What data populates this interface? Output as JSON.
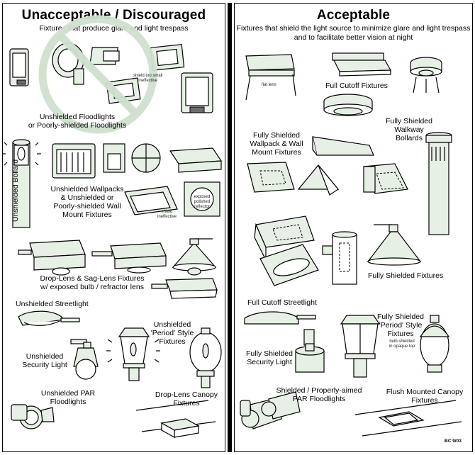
{
  "left": {
    "title": "Unacceptable / Discouraged",
    "subtitle": "Fixtures that produce glare and light trespass",
    "labels": {
      "floodlights": "Unshielded Floodlights",
      "floodlights2": "or Poorly-shielded Floodlights",
      "shield_note1": "shield too small",
      "shield_note2": "ineffective",
      "bollard": "Unshielded Bollard",
      "wallpacks1": "Unshielded Wallpacks",
      "wallpacks2": "& Unshielded or",
      "wallpacks3": "Poorly-shielded Wall",
      "wallpacks4": "Mount Fixtures",
      "exposed1": "exposed",
      "exposed2": "polished",
      "exposed3": "reflector",
      "shield_ineff1": "shield",
      "shield_ineff2": "ineffective",
      "droplens1": "Drop-Lens & Sag-Lens Fixtures",
      "droplens2": "w/ exposed bulb / refractor lens",
      "streetlight": "Unshielded Streetlight",
      "security1": "Unshielded",
      "security2": "Security Light",
      "period1": "Unshielded",
      "period2": "'Period' Style",
      "period3": "Fixtures",
      "par1": "Unshielded PAR",
      "par2": "Floodlights",
      "canopy1": "Drop-Lens Canopy",
      "canopy2": "Fixtures"
    }
  },
  "right": {
    "title": "Acceptable",
    "subtitle1": "Fixtures that shield the light source to minimize glare and light trespass",
    "subtitle2": "and to facilitate better vision at night",
    "labels": {
      "flat_lens": "flat lens",
      "full_cutoff": "Full Cutoff Fixtures",
      "walkway1": "Fully Shielded",
      "walkway2": "Walkway",
      "walkway3": "Bollards",
      "wallpack1": "Fully Shielded",
      "wallpack2": "Wallpack & Wall",
      "wallpack3": "Mount Fixtures",
      "fully_shielded": "Fully Shielded Fixtures",
      "streetlight": "Full Cutoff Streetlight",
      "security1": "Fully Shielded",
      "security2": "Security Light",
      "period1": "Fully Shielded",
      "period2": "'Period' Style",
      "period3": "Fixtures",
      "bulb1": "bulb shielded",
      "bulb2": "in opaque top",
      "par1": "Shielded / Properly-aimed",
      "par2": "PAR Floodlights",
      "canopy1": "Flush Mounted Canopy",
      "canopy2": "Fixtures",
      "code": "BC 9/03"
    }
  }
}
